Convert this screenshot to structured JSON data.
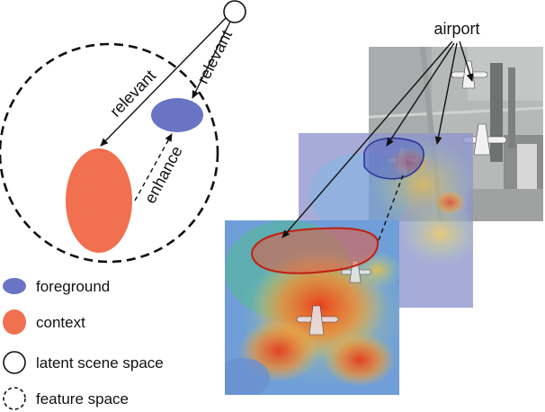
{
  "diagram": {
    "arrow_labels": {
      "relevant_left": "relevant",
      "relevant_right": "relevant",
      "enhance": "enhance"
    },
    "callout": "airport"
  },
  "legend": {
    "items": [
      {
        "key": "foreground",
        "label": "foreground",
        "color": "#6a74c4"
      },
      {
        "key": "context",
        "label": "context",
        "color": "#f07050"
      },
      {
        "key": "latent",
        "label": "latent scene space"
      },
      {
        "key": "feature",
        "label": "feature space"
      }
    ]
  },
  "colors": {
    "foreground": "#6a74c4",
    "context": "#f07050",
    "heat_hot": "#d93a1e",
    "heat_warm": "#f0c040",
    "heat_cool": "#5aa0d8",
    "heat_cold": "#8890c8"
  }
}
